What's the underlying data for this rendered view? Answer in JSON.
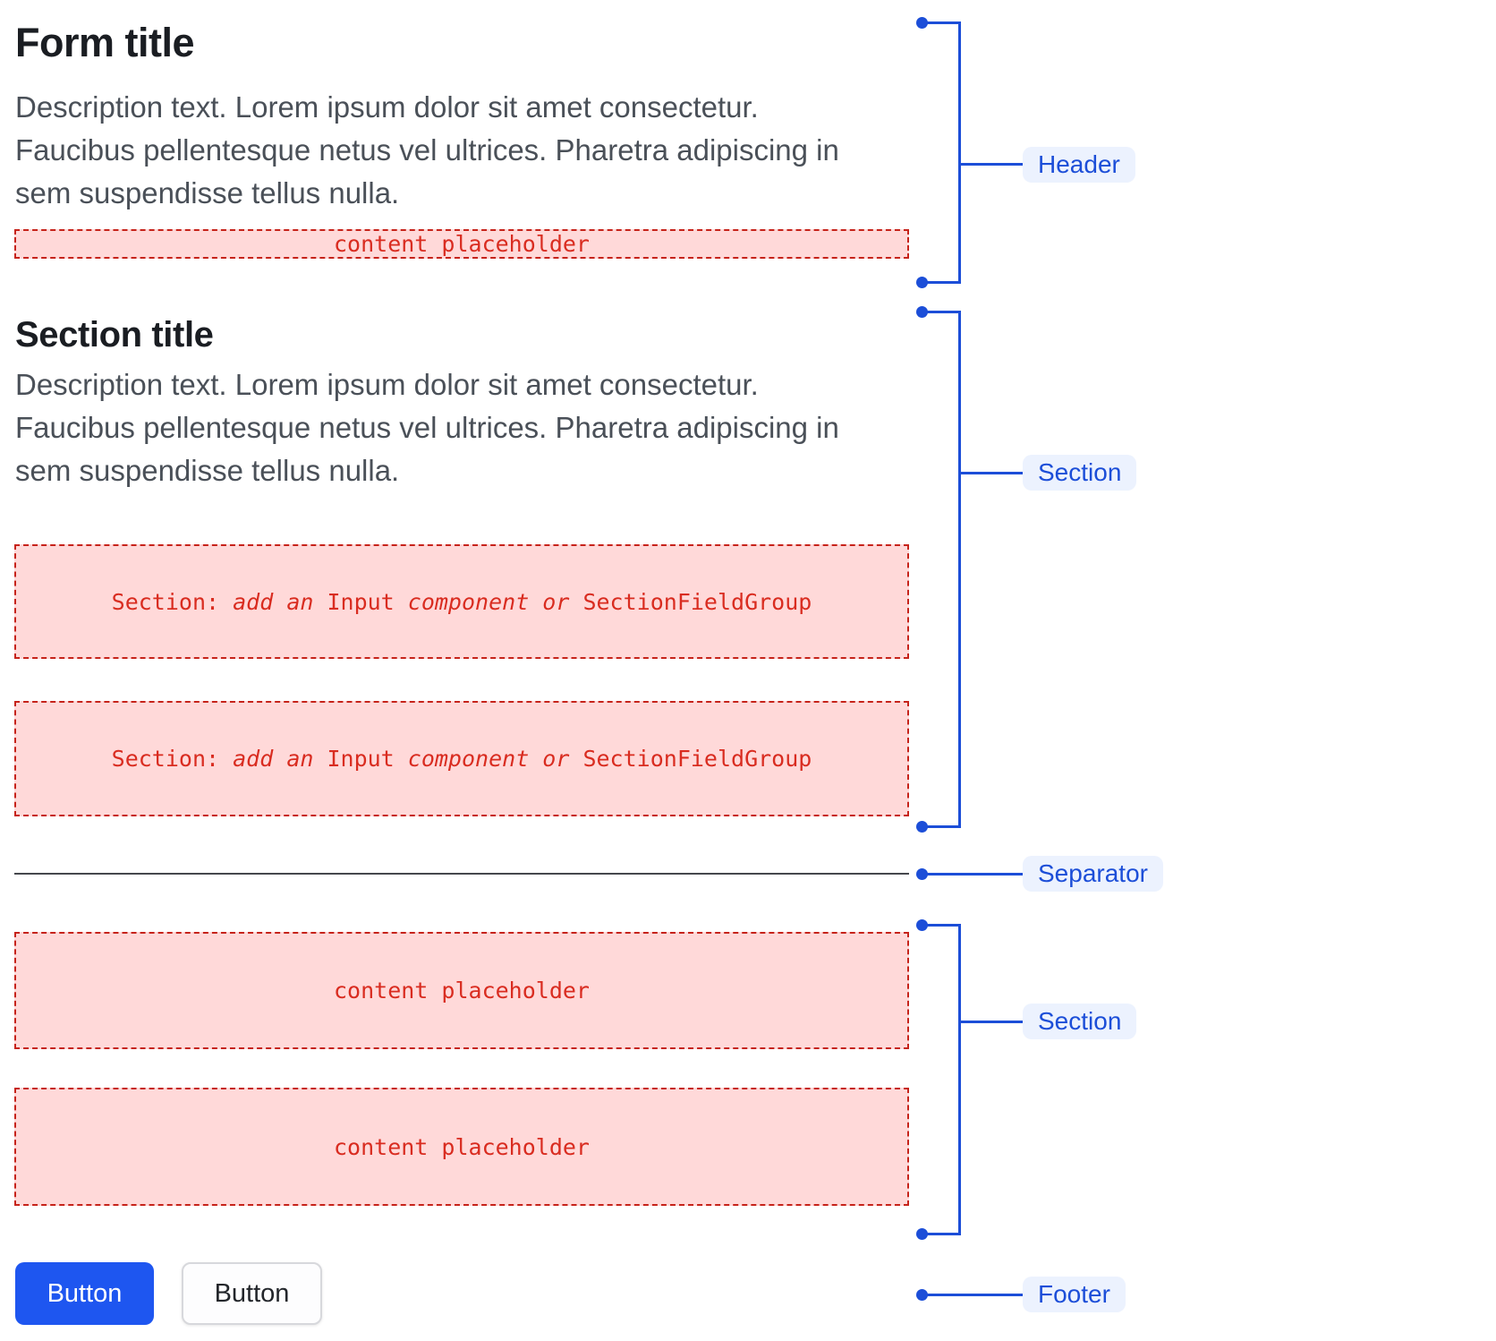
{
  "form": {
    "header": {
      "title": "Form title",
      "description_lines": [
        "Description text. Lorem ipsum dolor sit amet consectetur.",
        "Faucibus pellentesque netus vel ultrices. Pharetra adipiscing in",
        "sem suspendisse tellus nulla."
      ],
      "content_placeholder": "content placeholder"
    },
    "section": {
      "title": "Section title",
      "description_lines": [
        "Description text. Lorem ipsum dolor sit amet consectetur.",
        "Faucibus pellentesque netus vel ultrices. Pharetra adipiscing in",
        "sem suspendisse tellus nulla."
      ],
      "slot_text_segments": [
        {
          "text": "Section: ",
          "style": "normal"
        },
        {
          "text": "add an",
          "style": "italic"
        },
        {
          "text": " Input ",
          "style": "normal"
        },
        {
          "text": "component or",
          "style": "italic"
        },
        {
          "text": " SectionFieldGroup",
          "style": "normal"
        }
      ]
    },
    "content_section": {
      "placeholders": [
        "content placeholder",
        "content placeholder"
      ]
    },
    "footer": {
      "buttons": [
        {
          "label": "Button",
          "variant": "primary"
        },
        {
          "label": "Button",
          "variant": "secondary"
        }
      ]
    }
  },
  "annotations": {
    "labels": [
      {
        "text": "Header"
      },
      {
        "text": "Section"
      },
      {
        "text": "Separator"
      },
      {
        "text": "Section"
      },
      {
        "text": "Footer"
      }
    ]
  },
  "colors": {
    "annotation_blue": "#1C4ED8",
    "annotation_badge_bg": "#ECF2FE",
    "placeholder_bg": "#FFD9D9",
    "placeholder_border": "#C6231A",
    "placeholder_text": "#D92C20",
    "primary_button_bg": "#1E56F0",
    "title_text": "#1A1D22",
    "description_text": "#4A5058",
    "separator": "#45484D"
  }
}
